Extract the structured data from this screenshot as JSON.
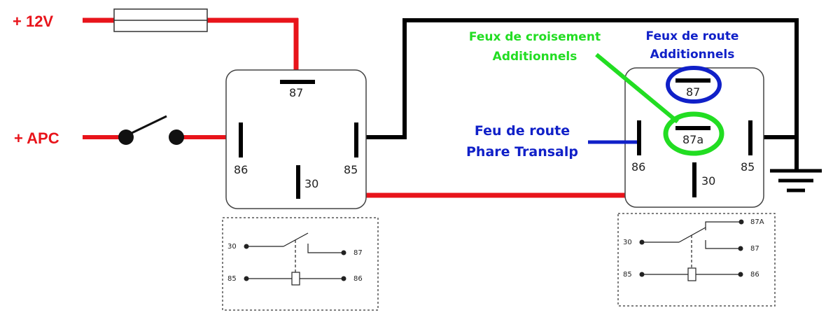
{
  "labels": {
    "plus_12v": "+ 12V",
    "plus_apc": "+ APC",
    "feux_croisement_1": "Feux de croisement",
    "feux_croisement_2": "Additionnels",
    "feux_route_add_1": "Feux de route",
    "feux_route_add_2": "Additionnels",
    "feu_route_1": "Feu de route",
    "feu_route_2": "Phare Transalp"
  },
  "relay_left": {
    "pin_87": "87",
    "pin_86": "86",
    "pin_85": "85",
    "pin_30": "30"
  },
  "relay_right": {
    "pin_87": "87",
    "pin_87a": "87a",
    "pin_86": "86",
    "pin_85": "85",
    "pin_30": "30"
  },
  "schematic_left": {
    "p30": "30",
    "p87": "87",
    "p85": "85",
    "p86": "86"
  },
  "schematic_right": {
    "p87A": "87A",
    "p30": "30",
    "p87": "87",
    "p85": "85",
    "p86": "86"
  },
  "colors": {
    "wire_red": "#e8141b",
    "wire_black": "#000000",
    "label_blue": "#1020c8",
    "label_green": "#22dd22"
  }
}
